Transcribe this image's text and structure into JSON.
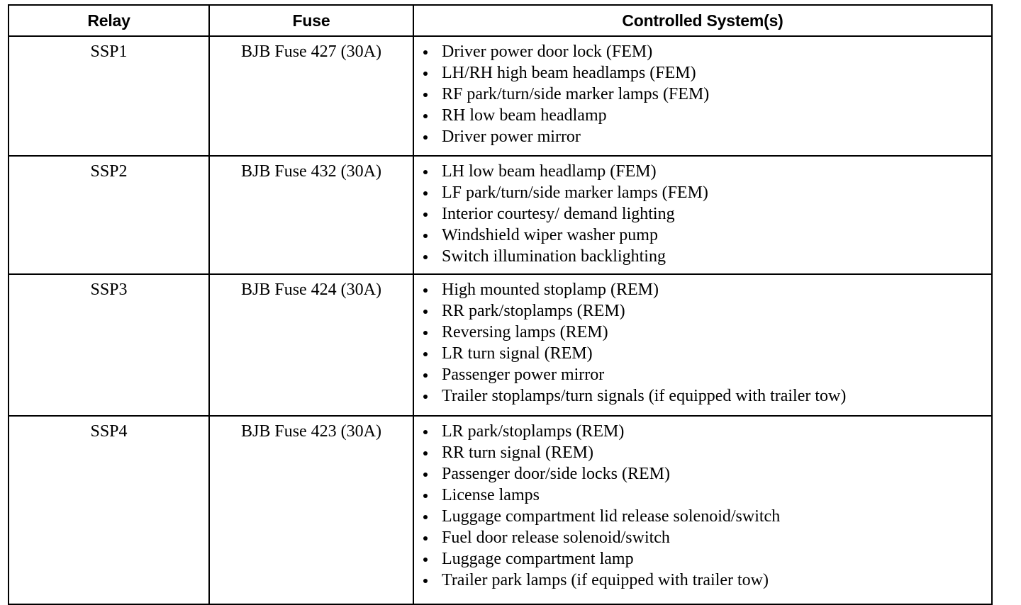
{
  "table": {
    "columns": [
      {
        "key": "relay",
        "label": "Relay"
      },
      {
        "key": "fuse",
        "label": "Fuse"
      },
      {
        "key": "systems",
        "label": "Controlled System(s)"
      }
    ],
    "rows": [
      {
        "relay": "SSP1",
        "fuse": "BJB Fuse 427 (30A)",
        "systems": [
          "Driver power door lock (FEM)",
          "LH/RH high beam headlamps (FEM)",
          "RF park/turn/side marker lamps (FEM)",
          "RH low beam headlamp",
          "Driver power mirror"
        ]
      },
      {
        "relay": "SSP2",
        "fuse": "BJB Fuse 432 (30A)",
        "systems": [
          "LH low beam headlamp (FEM)",
          "LF park/turn/side marker lamps (FEM)",
          "Interior courtesy/ demand lighting",
          "Windshield wiper washer pump",
          "Switch illumination backlighting"
        ]
      },
      {
        "relay": "SSP3",
        "fuse": "BJB Fuse 424 (30A)",
        "systems": [
          "High mounted stoplamp (REM)",
          "RR park/stoplamps (REM)",
          "Reversing lamps (REM)",
          "LR turn signal (REM)",
          "Passenger power mirror",
          "Trailer stoplamps/turn signals (if equipped with trailer tow)"
        ]
      },
      {
        "relay": "SSP4",
        "fuse": "BJB Fuse 423 (30A)",
        "systems": [
          "LR park/stoplamps (REM)",
          "RR turn signal (REM)",
          "Passenger door/side locks (REM)",
          "License lamps",
          "Luggage compartment lid release solenoid/switch",
          "Fuel door release solenoid/switch",
          "Luggage compartment lamp",
          "Trailer park lamps (if equipped with trailer tow)"
        ]
      }
    ]
  },
  "colors": {
    "border": "#000000",
    "text": "#000000",
    "background": "#ffffff"
  }
}
